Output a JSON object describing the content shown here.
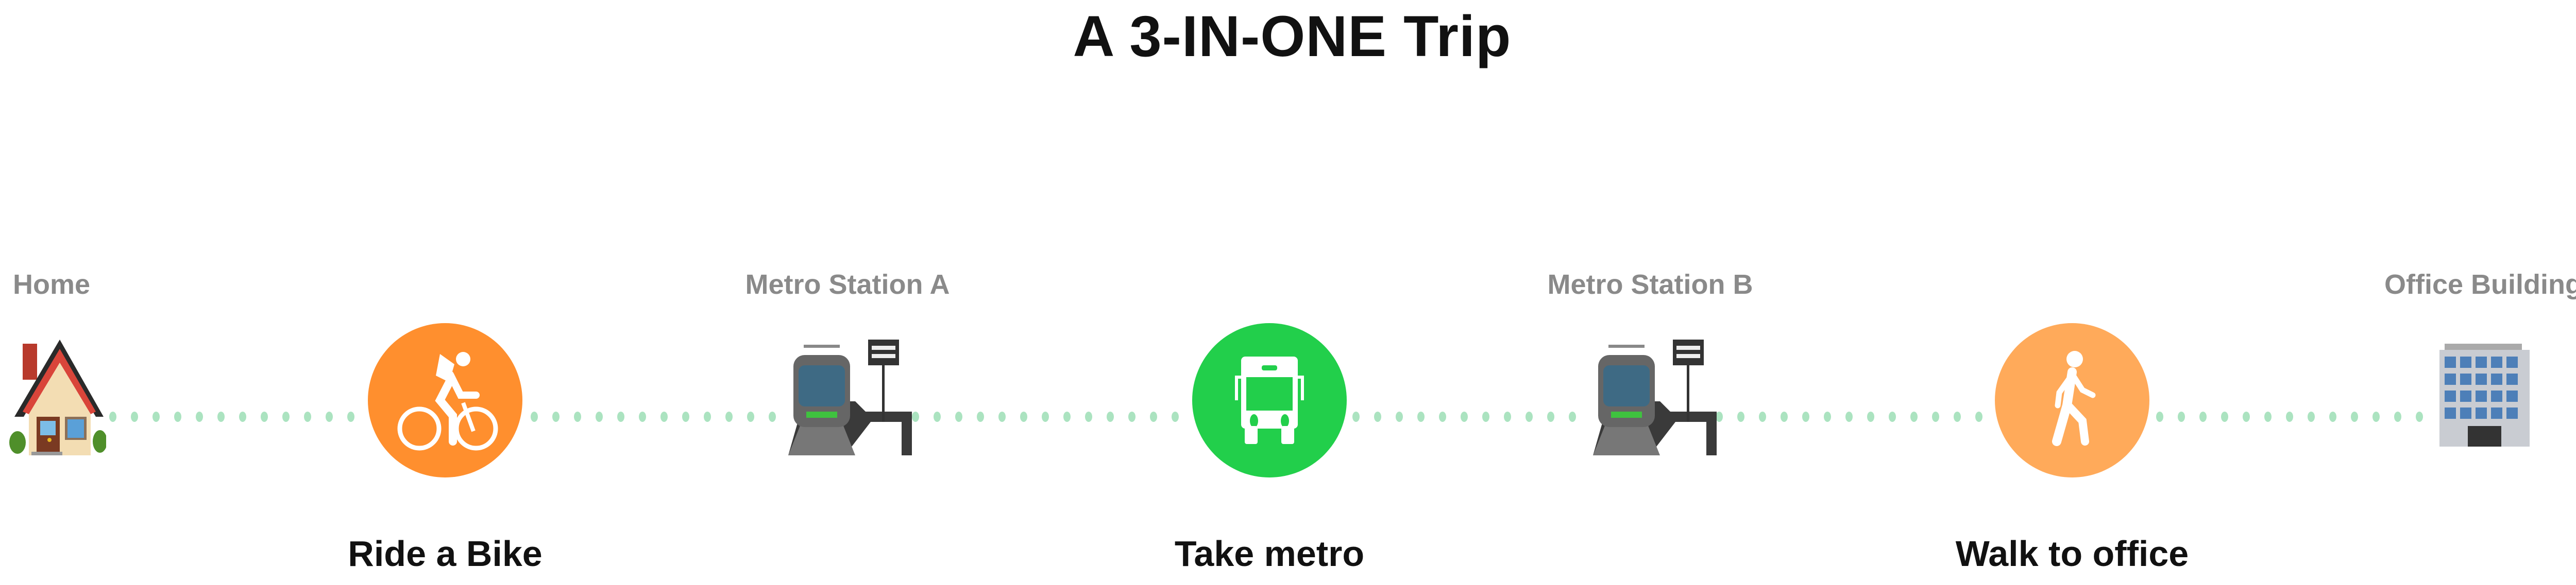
{
  "title": "A 3-IN-ONE Trip",
  "places": [
    {
      "label": "Home",
      "icon": "house-icon"
    },
    {
      "label": "Metro Station A",
      "icon": "train-station-icon"
    },
    {
      "label": "Metro Station B",
      "icon": "train-station-icon"
    },
    {
      "label": "Office Building",
      "icon": "office-building-icon"
    }
  ],
  "steps": [
    {
      "label": "Ride a Bike",
      "icon": "bicycle-icon",
      "color": "#ff8f2e"
    },
    {
      "label": "Take metro",
      "icon": "bus-icon",
      "color": "#22cf4b"
    },
    {
      "label": "Walk to office",
      "icon": "walking-icon",
      "color": "#ffaa5a"
    }
  ],
  "connector_color": "#abe3c0"
}
